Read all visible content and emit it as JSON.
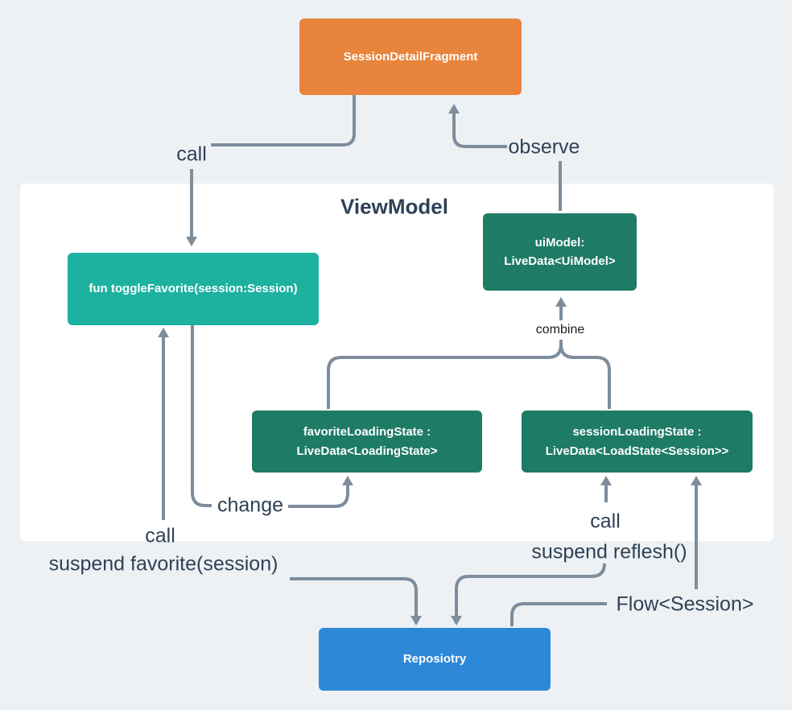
{
  "diagram": {
    "container_title": "ViewModel",
    "nodes": {
      "fragment": {
        "label": "SessionDetailFragment",
        "color": "#e8843c"
      },
      "toggle_favorite": {
        "label": "fun toggleFavorite(session:Session)",
        "color": "#1db1a0"
      },
      "ui_model": {
        "label": "uiModel:\nLiveData<UiModel>",
        "color": "#1e7b66"
      },
      "favorite_loading_state": {
        "label": "favoriteLoadingState :\nLiveData<LoadingState>",
        "color": "#1e7b66"
      },
      "session_loading_state": {
        "label": "sessionLoadingState :\nLiveData<LoadState<Session>>",
        "color": "#1e7b66"
      },
      "repository": {
        "label": "Reposiotry",
        "color": "#2d89d8"
      }
    },
    "edge_labels": {
      "call_top": "call",
      "observe": "observe",
      "combine": "combine",
      "change": "change",
      "call_bottom_left": "call",
      "suspend_favorite": "suspend favorite(session)",
      "call_bottom_right": "call",
      "suspend_reflesh": "suspend reflesh()",
      "flow_session": "Flow<Session>"
    },
    "colors": {
      "background": "#eef1f4",
      "panel": "#ffffff",
      "connector": "#7d8d9c",
      "label_text": "#2e4156"
    }
  }
}
